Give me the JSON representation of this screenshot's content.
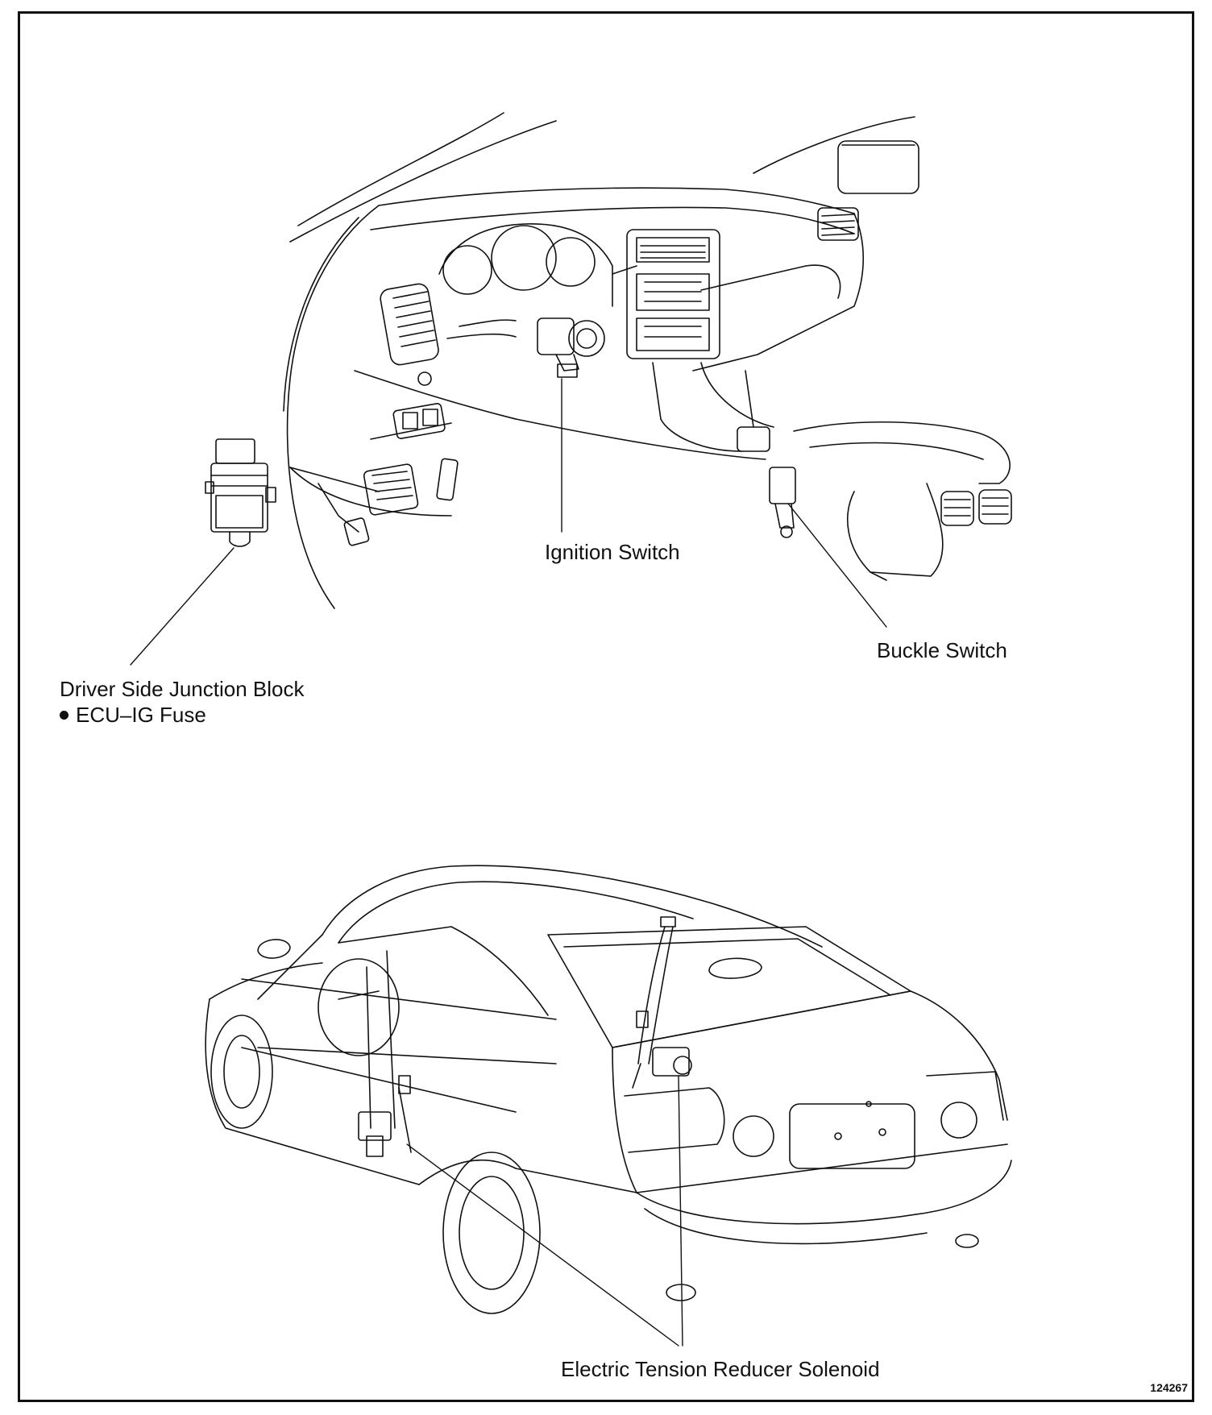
{
  "labels": {
    "ignition_switch": "Ignition Switch",
    "buckle_switch": "Buckle Switch",
    "junction_block_line1": "Driver Side Junction Block",
    "junction_block_line2": "ECU–IG Fuse",
    "tension_reducer": "Electric Tension Reducer Solenoid"
  },
  "figure_number": "124267",
  "colors": {
    "line": "#111111",
    "background": "#ffffff"
  }
}
